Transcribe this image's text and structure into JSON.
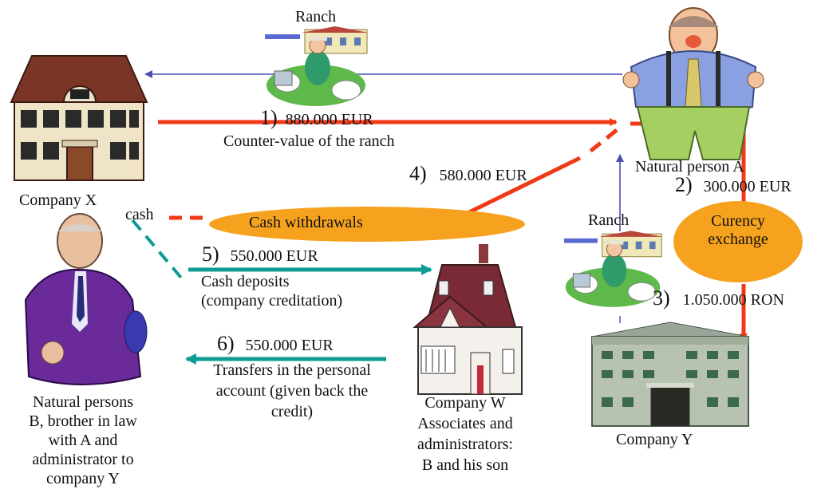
{
  "ranch_top": {
    "label": "Ranch"
  },
  "ranch_right": {
    "label": "Ranch"
  },
  "company_x": {
    "label": "Company X"
  },
  "company_y": {
    "label": "Company Y"
  },
  "company_w": {
    "lines": [
      "Company W",
      "Associates and",
      "administrators:",
      "B and his son"
    ]
  },
  "person_a": {
    "label": "Natural person A"
  },
  "persons_b": {
    "lines": [
      "Natural persons",
      "B, brother in law",
      "with A and",
      "administrator to",
      "company Y"
    ]
  },
  "cash_withdrawals": {
    "label": "Cash withdrawals"
  },
  "currency_exchange": {
    "lines": [
      "Curency",
      "exchange"
    ]
  },
  "cash_label": "cash",
  "flows": [
    {
      "step": "1)",
      "amount": "880.000 EUR",
      "desc": [
        "Counter-value of the ranch"
      ]
    },
    {
      "step": "2)",
      "amount": "300.000 EUR",
      "desc": []
    },
    {
      "step": "3)",
      "amount": "1.050.000 RON",
      "desc": []
    },
    {
      "step": "4)",
      "amount": "580.000 EUR",
      "desc": []
    },
    {
      "step": "5)",
      "amount": "550.000 EUR",
      "desc": [
        "Cash deposits",
        "(company creditation)"
      ]
    },
    {
      "step": "6)",
      "amount": "550.000 EUR",
      "desc": [
        "Transfers in the personal",
        "account (given back the",
        "credit)"
      ]
    }
  ],
  "colors": {
    "red": "#f03a17",
    "teal": "#0e9b93",
    "orange": "#f6a21e",
    "blue": "#4a4fb0"
  }
}
